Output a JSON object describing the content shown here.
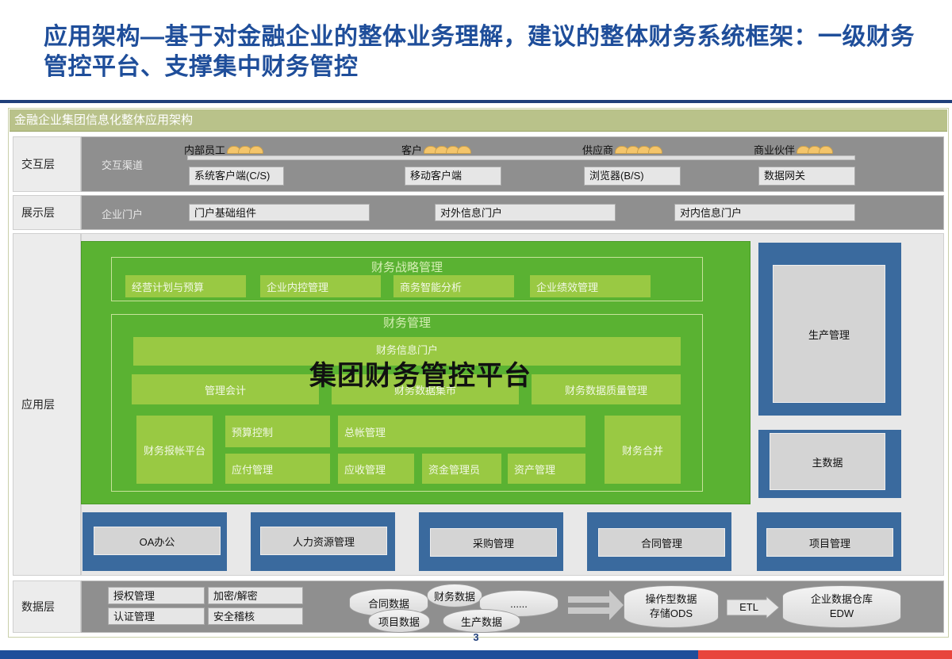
{
  "title": "应用架构—基于对金融企业的整体业务理解，建议的整体财务系统框架：一级财务管控平台、支撑集中财务管控",
  "frame_header": "金融企业集团信息化整体应用架构",
  "layers": {
    "interaction": "交互层",
    "presentation": "展示层",
    "application": "应用层",
    "data": "数据层"
  },
  "interaction": {
    "channel_label": "交互渠道",
    "users": [
      "内部员工",
      "客户",
      "供应商",
      "商业伙伴"
    ],
    "clients": [
      "系统客户端(C/S)",
      "移动客户端",
      "浏览器(B/S)",
      "数据网关"
    ]
  },
  "presentation": {
    "portal_label": "企业门户",
    "items": [
      "门户基础组件",
      "对外信息门户",
      "对内信息门户"
    ]
  },
  "application": {
    "platform_title": "集团财务管控平台",
    "strategy": {
      "title": "财务战略管理",
      "items": [
        "经营计划与预算",
        "企业内控管理",
        "商务智能分析",
        "企业绩效管理"
      ]
    },
    "finance": {
      "title": "财务管理",
      "portal": "财务信息门户",
      "row2": [
        "管理会计",
        "财务数据集市",
        "财务数据质量管理"
      ],
      "reporting": "财务报帐平台",
      "budget": "预算控制",
      "ledger": "总帐管理",
      "consolidation": "财务合并",
      "row4": [
        "应付管理",
        "应收管理",
        "资金管理员",
        "资产管理"
      ]
    },
    "right": [
      "生产管理",
      "主数据"
    ],
    "bottom": [
      "OA办公",
      "人力资源管理",
      "采购管理",
      "合同管理",
      "项目管理"
    ]
  },
  "data_layer": {
    "security": [
      "授权管理",
      "加密/解密",
      "认证管理",
      "安全稽核"
    ],
    "cylinders": [
      "合同数据",
      "财务数据",
      "......",
      "项目数据",
      "生产数据"
    ],
    "ods": [
      "操作型数据",
      "存储ODS"
    ],
    "etl": "ETL",
    "edw": [
      "企业数据仓库",
      "EDW"
    ]
  },
  "page_number": "3",
  "colors": {
    "title": "#1f4e9a",
    "green": "#5ab232",
    "blue": "#3a6a9e",
    "header": "#b9c28a"
  }
}
